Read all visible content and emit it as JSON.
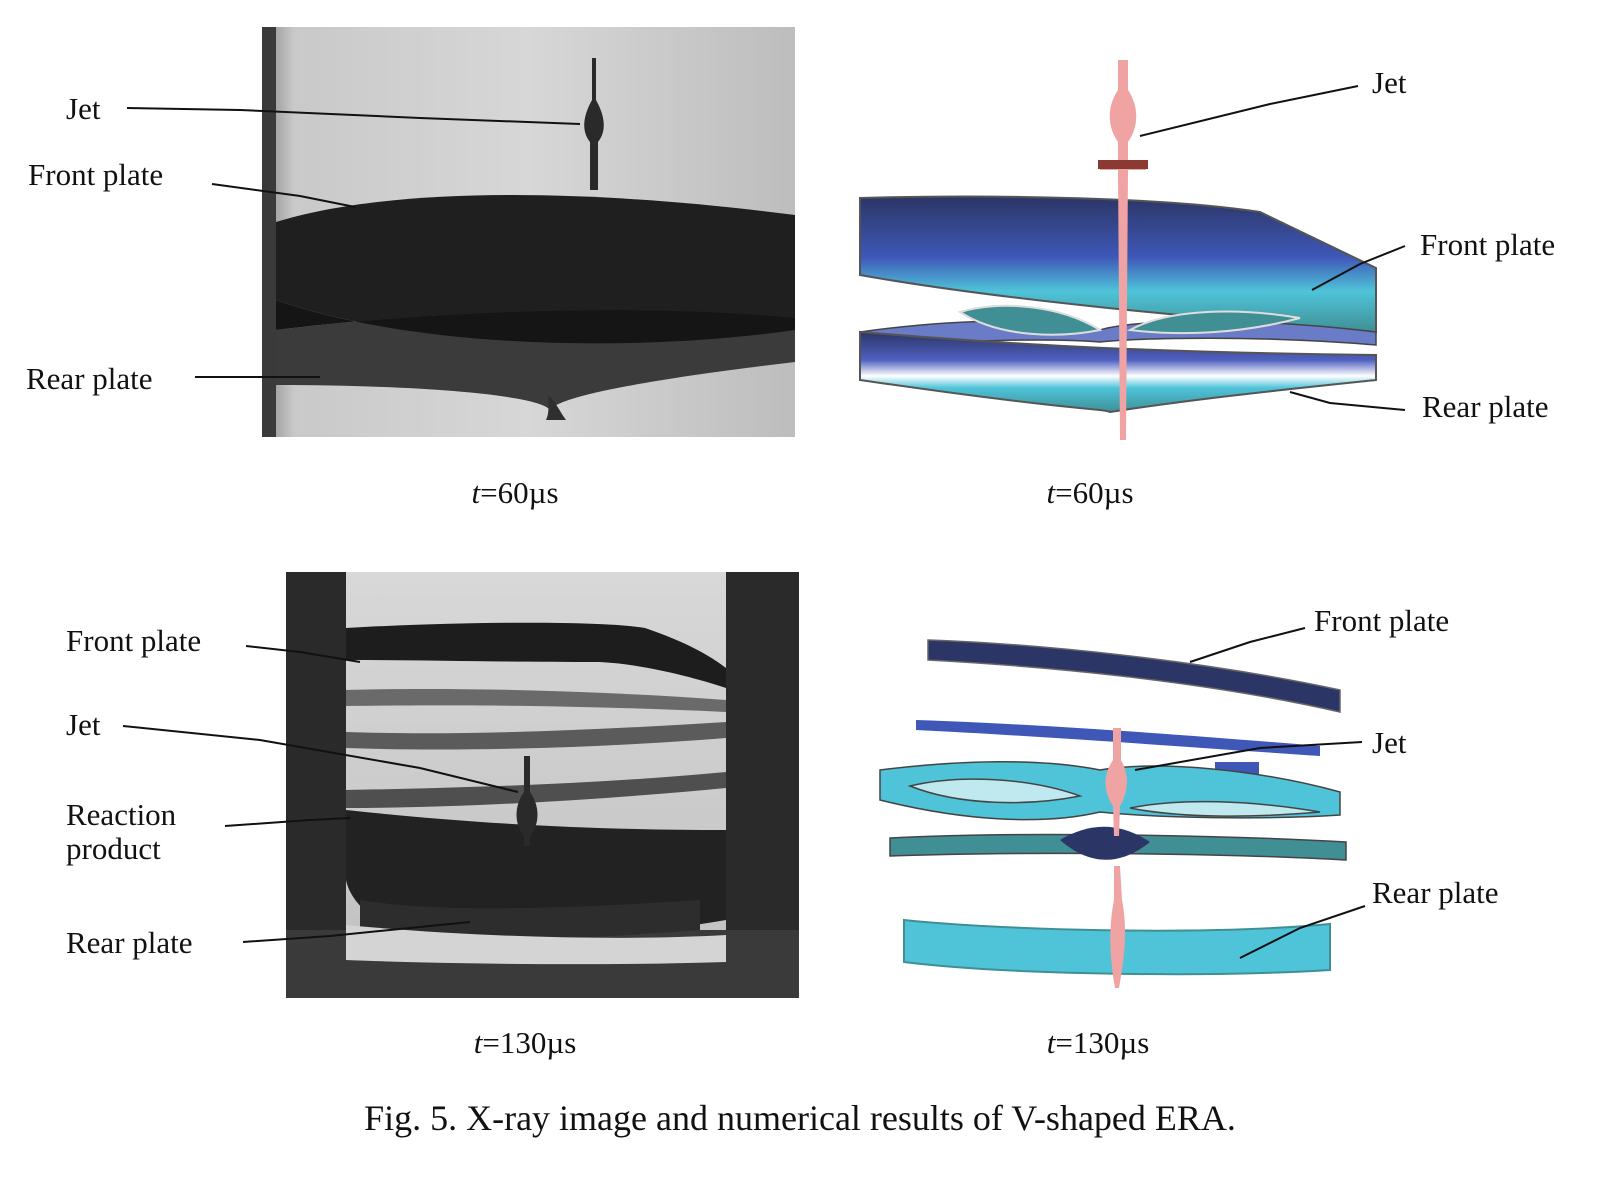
{
  "panels": {
    "top_left": {
      "labels": {
        "jet": "Jet",
        "front_plate": "Front plate",
        "rear_plate": "Rear plate"
      },
      "time": {
        "symbol": "t",
        "value": "=60µs"
      }
    },
    "top_right": {
      "labels": {
        "jet": "Jet",
        "front_plate": "Front plate",
        "rear_plate": "Rear plate"
      },
      "time": {
        "symbol": "t",
        "value": "=60µs"
      }
    },
    "bottom_left": {
      "labels": {
        "front_plate": "Front plate",
        "jet": "Jet",
        "reaction_product": "Reaction product",
        "rear_plate": "Rear plate"
      },
      "time": {
        "symbol": "t",
        "value": "=130µs"
      }
    },
    "bottom_right": {
      "labels": {
        "front_plate": "Front plate",
        "jet": "Jet",
        "rear_plate": "Rear plate"
      },
      "time": {
        "symbol": "t",
        "value": "=130µs"
      }
    }
  },
  "caption": "Fig. 5. X-ray image and numerical results of V-shaped ERA.",
  "colors": {
    "xray_light": "#cfcfcf",
    "xray_dark": "#1c1c1c",
    "navy": "#2b3566",
    "blue": "#3f58b8",
    "cyan": "#4fc4d9",
    "teal": "#3f8f95",
    "jet_pink": "#f0a3a3"
  }
}
